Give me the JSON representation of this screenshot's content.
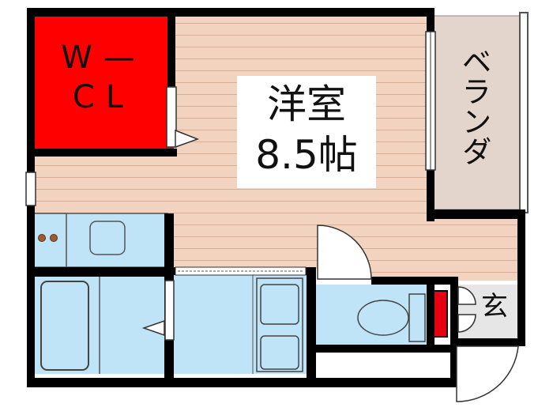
{
  "colors": {
    "wall": "#000000",
    "floor_wood": "#f2d3bf",
    "floor_line": "#d9ae95",
    "closet": "#ff0000",
    "fixtures": "#bfe3f7",
    "veranda": "#e3d5cc",
    "shoe_rack": "#e60012"
  },
  "rooms": {
    "closet_label": "W—\nCL",
    "main_room_label_line1": "洋室",
    "main_room_label_line2": "8.5帖",
    "veranda_label": "ベランダ",
    "entrance_label": "玄"
  }
}
